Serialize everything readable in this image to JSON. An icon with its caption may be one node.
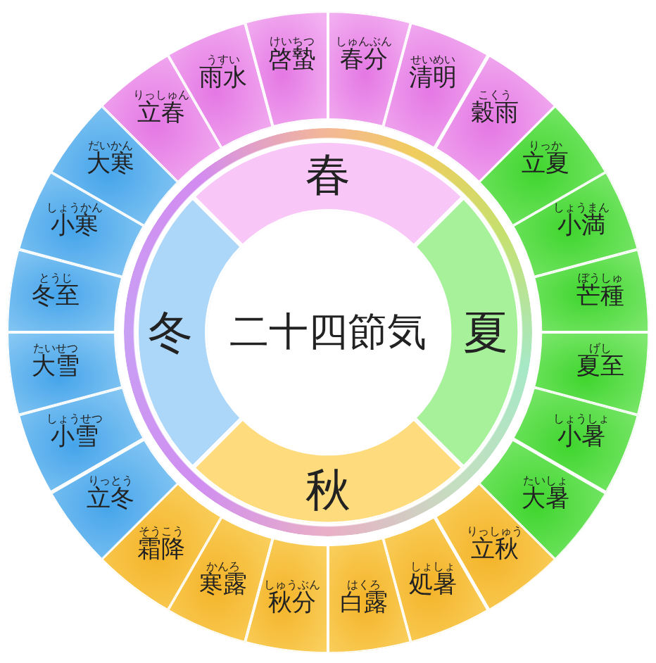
{
  "diagram": {
    "nodes": [
      {
        "text": [
          "二十四節気"
        ]
      },
      {
        "text": [
          "春"
        ]
      },
      {
        "text": [
          "夏"
        ]
      },
      {
        "text": [
          "秋"
        ]
      },
      {
        "text": [
          "冬"
        ]
      },
      {
        "text": [
          "りっしゅん",
          "立春"
        ]
      },
      {
        "text": [
          "うすい",
          "雨水"
        ]
      },
      {
        "text": [
          "けいちつ",
          "啓蟄"
        ]
      },
      {
        "text": [
          "しゅんぶん",
          "春分"
        ]
      },
      {
        "text": [
          "せいめい",
          "清明"
        ]
      },
      {
        "text": [
          "こくう",
          "穀雨"
        ]
      },
      {
        "text": [
          "りっか",
          "立夏"
        ]
      },
      {
        "text": [
          "しょうまん",
          "小満"
        ]
      },
      {
        "text": [
          "ぼうしゅ",
          "芒種"
        ]
      },
      {
        "text": [
          "げし",
          "夏至"
        ]
      },
      {
        "text": [
          "しょうしょ",
          "小暑"
        ]
      },
      {
        "text": [
          "たいしょ",
          "大暑"
        ]
      },
      {
        "text": [
          "りっしゅう",
          "立秋"
        ]
      },
      {
        "text": [
          "しょしょ",
          "処暑"
        ]
      },
      {
        "text": [
          "はくろ",
          "白露"
        ]
      },
      {
        "text": [
          "しゅうぶん",
          "秋分"
        ]
      },
      {
        "text": [
          "かんろ",
          "寒露"
        ]
      },
      {
        "text": [
          "そうこう",
          "霜降"
        ]
      },
      {
        "text": [
          "りっとう",
          "立冬"
        ]
      },
      {
        "text": [
          "しょうせつ",
          "小雪"
        ]
      },
      {
        "text": [
          "たいせつ",
          "大雪"
        ]
      },
      {
        "text": [
          "とうじ",
          "冬至"
        ]
      },
      {
        "text": [
          "しょうかん",
          "小寒"
        ]
      },
      {
        "text": [
          "だいかん",
          "大寒"
        ]
      }
    ]
  }
}
